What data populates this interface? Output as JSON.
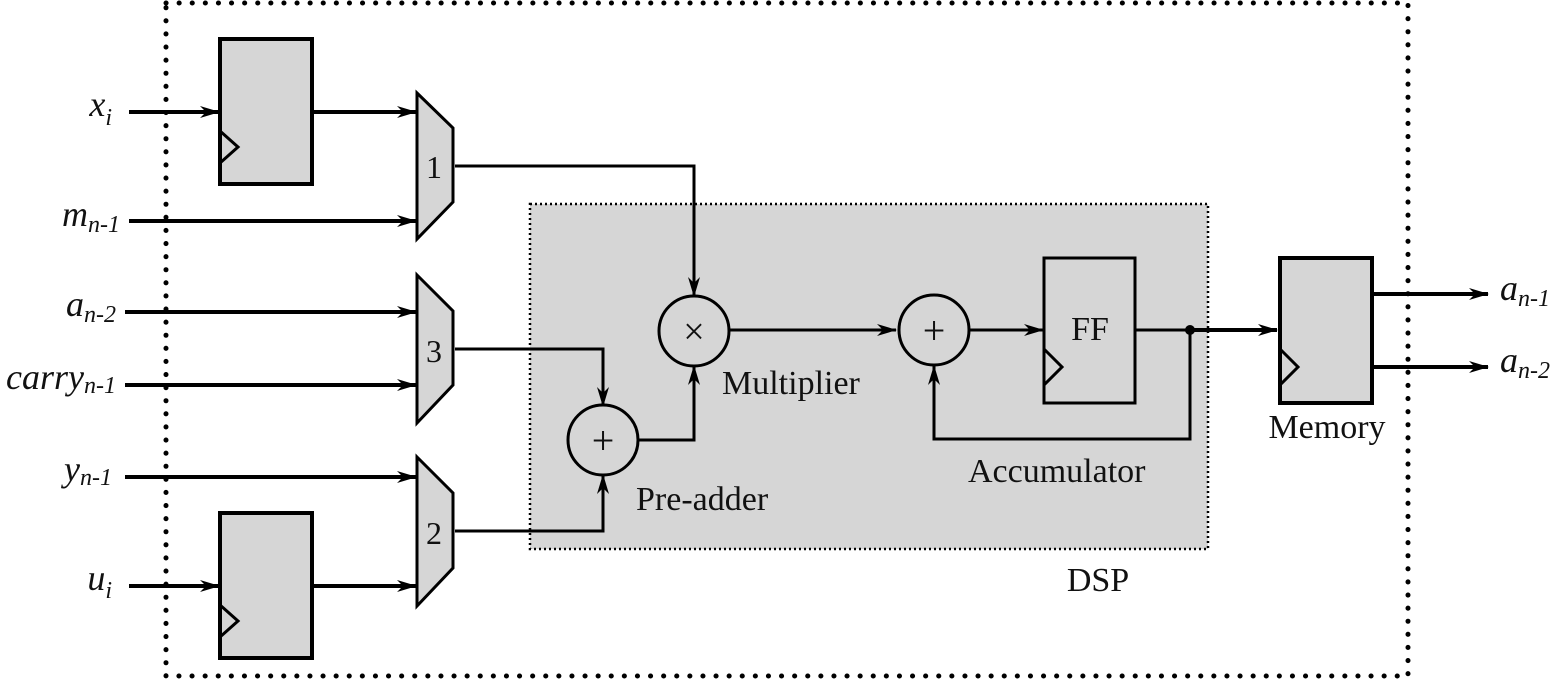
{
  "diagram": {
    "outer_boundary": {
      "style": "dotted"
    },
    "inputs": [
      {
        "id": "x",
        "base": "x",
        "sub": "i"
      },
      {
        "id": "m",
        "base": "m",
        "sub": "n-1"
      },
      {
        "id": "a2",
        "base": "a",
        "sub": "n-2"
      },
      {
        "id": "carry",
        "base": "carry",
        "sub": "n-1"
      },
      {
        "id": "y",
        "base": "y",
        "sub": "n-1"
      },
      {
        "id": "u",
        "base": "u",
        "sub": "i"
      }
    ],
    "muxes": [
      {
        "id": "mux1",
        "label": "1"
      },
      {
        "id": "mux3",
        "label": "3"
      },
      {
        "id": "mux2",
        "label": "2"
      }
    ],
    "dsp": {
      "label": "DSP",
      "multiplier": {
        "symbol": "×",
        "label": "Multiplier"
      },
      "pre_adder": {
        "symbol": "+",
        "label": "Pre-adder"
      },
      "accumulator": {
        "symbol": "+",
        "label": "Accumulator"
      },
      "flipflop": {
        "label": "FF"
      }
    },
    "memory": {
      "label": "Memory"
    },
    "outputs": [
      {
        "id": "a1",
        "base": "a",
        "sub": "n-1"
      },
      {
        "id": "a2out",
        "base": "a",
        "sub": "n-2"
      }
    ]
  }
}
